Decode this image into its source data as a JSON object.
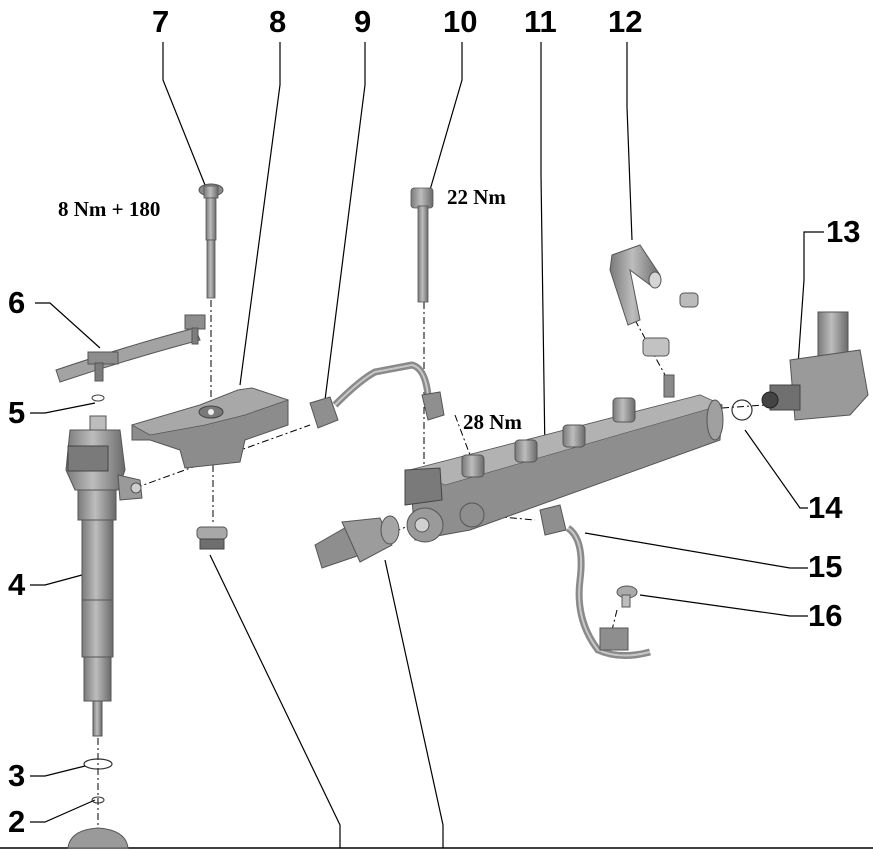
{
  "diagram": {
    "callouts": [
      {
        "id": "2",
        "label": "2"
      },
      {
        "id": "3",
        "label": "3"
      },
      {
        "id": "4",
        "label": "4"
      },
      {
        "id": "5",
        "label": "5"
      },
      {
        "id": "6",
        "label": "6"
      },
      {
        "id": "7",
        "label": "7"
      },
      {
        "id": "8",
        "label": "8"
      },
      {
        "id": "9",
        "label": "9"
      },
      {
        "id": "10",
        "label": "10"
      },
      {
        "id": "11",
        "label": "11"
      },
      {
        "id": "12",
        "label": "12"
      },
      {
        "id": "13",
        "label": "13"
      },
      {
        "id": "14",
        "label": "14"
      },
      {
        "id": "15",
        "label": "15"
      },
      {
        "id": "16",
        "label": "16"
      }
    ],
    "torque_specs": {
      "bolt_7": "8 Nm + 180",
      "bolt_10": "22 Nm",
      "line_9": "28 Nm"
    },
    "colors": {
      "part_fill": "#9a9a9a",
      "part_dark": "#6e6e6e",
      "part_light": "#c8c8c8",
      "line": "#000000"
    }
  }
}
